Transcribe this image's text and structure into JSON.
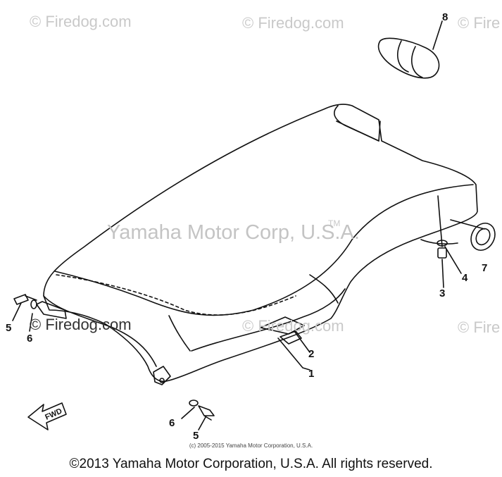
{
  "watermarks": {
    "site": "© Firedog.com",
    "site_cut": "© Fire",
    "center": "Yamaha Motor Corp, U.S.A.",
    "tm": "TM"
  },
  "callouts": [
    "1",
    "2",
    "3",
    "4",
    "5",
    "5",
    "6",
    "6",
    "7",
    "8"
  ],
  "fwd_label": "FWD",
  "small_copyright": "(c) 2005-2015 Yamaha Motor Corporation, U.S.A.",
  "footer": "©2013 Yamaha Motor Corporation, U.S.A. All rights reserved."
}
